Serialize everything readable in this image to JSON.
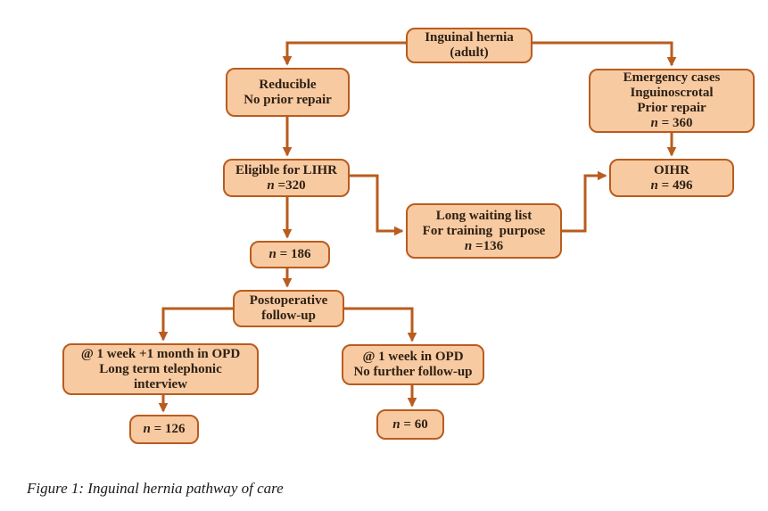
{
  "colors": {
    "box_fill": "#f8caa2",
    "box_border": "#b95c1e",
    "connector": "#b95c1e",
    "box_text": "#2e2113",
    "caption_text": "#1a1a1a"
  },
  "nodes": {
    "inguinal_hernia": {
      "lines": [
        "Inguinal hernia",
        "(adult)"
      ]
    },
    "reducible": {
      "lines": [
        "Reducible",
        "No prior repair"
      ]
    },
    "emergency": {
      "lines": [
        "Emergency cases",
        "Inguinoscrotal",
        "Prior repair"
      ],
      "n_italic": "n",
      "n_rest": " = 360"
    },
    "eligible_lihr": {
      "lines": [
        "Eligible for LIHR"
      ],
      "n_italic": "n",
      "n_rest": " =320"
    },
    "oihr": {
      "lines": [
        "OIHR"
      ],
      "n_italic": "n",
      "n_rest": " = 496"
    },
    "long_waiting": {
      "lines": [
        "Long waiting list",
        "For training  purpose"
      ],
      "n_italic": "n",
      "n_rest": " =136"
    },
    "n_186": {
      "n_italic": "n",
      "n_rest": " = 186"
    },
    "postoperative": {
      "lines": [
        "Postoperative",
        "follow-up"
      ]
    },
    "week_month_opd": {
      "lines": [
        "@ 1 week +1 month in OPD",
        "Long term telephonic",
        "interview"
      ]
    },
    "week_opd": {
      "lines": [
        "@ 1 week in OPD",
        "No further follow-up"
      ]
    },
    "n_126": {
      "n_italic": "n",
      "n_rest": " = 126"
    },
    "n_60": {
      "n_italic": "n",
      "n_rest": " = 60"
    }
  },
  "caption": "Figure 1: Inguinal hernia pathway of care"
}
